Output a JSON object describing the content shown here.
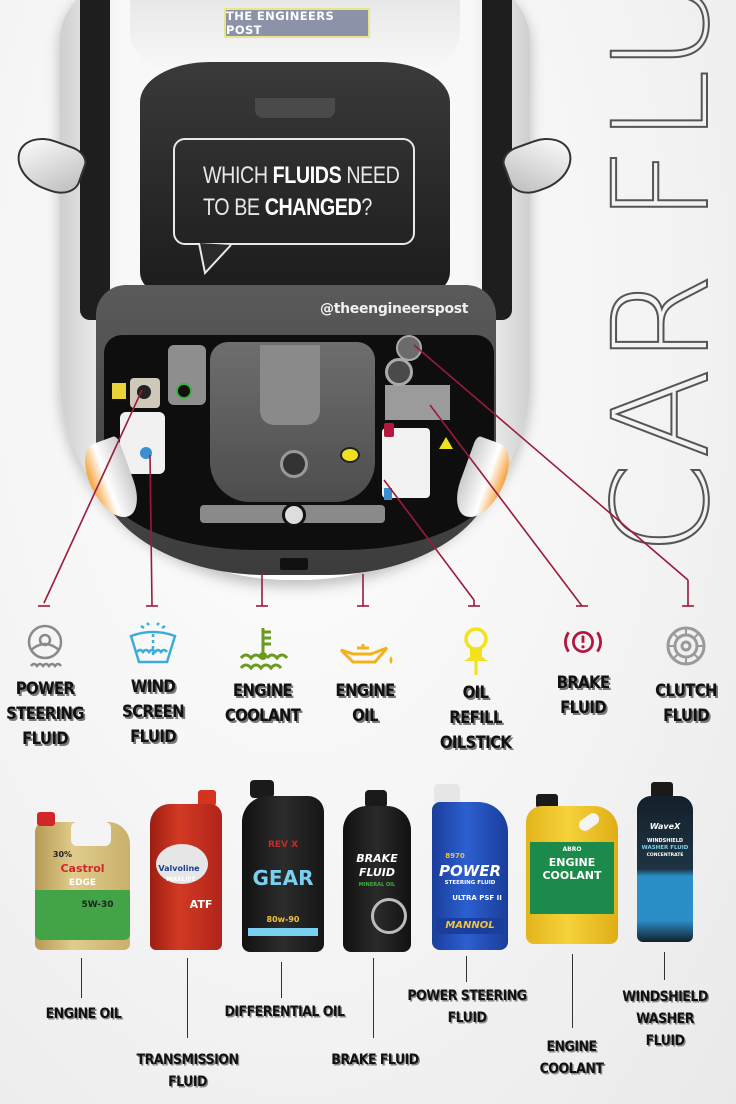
{
  "header": {
    "brand_badge": "THE ENGINEERS POST",
    "bubble_line1_light_a": "WHICH ",
    "bubble_line1_bold": "FLUIDS",
    "bubble_line1_light_b": " NEED",
    "bubble_line2_light": "TO BE ",
    "bubble_line2_bold": "CHANGED",
    "bubble_line2_end": "?",
    "handle": "@theengineerspost",
    "side_title": "CAR FLUIDS"
  },
  "colors": {
    "leader_line": "#9b1b3a",
    "power_steering_icon": "#8a8a8a",
    "wind_screen_icon": "#3aaed8",
    "engine_coolant_icon": "#6a9a1f",
    "engine_oil_icon": "#f2b21c",
    "oil_refill_icon": "#f3e21a",
    "brake_icon": "#b0193f",
    "clutch_icon": "#9a9a9a"
  },
  "fluids": [
    {
      "id": "power-steering",
      "label_lines": [
        "POWER",
        "STEERING",
        "FLUID"
      ],
      "icon": "steering-wheel-icon"
    },
    {
      "id": "wind-screen",
      "label_lines": [
        "WIND",
        "SCREEN",
        "FLUID"
      ],
      "icon": "windscreen-washer-icon"
    },
    {
      "id": "engine-coolant",
      "label_lines": [
        "ENGINE",
        "COOLANT"
      ],
      "icon": "coolant-temperature-icon"
    },
    {
      "id": "engine-oil",
      "label_lines": [
        "ENGINE",
        "OIL"
      ],
      "icon": "oil-can-icon"
    },
    {
      "id": "oil-refill",
      "label_lines": [
        "OIL",
        "REFILL",
        "OILSTICK"
      ],
      "icon": "dipstick-icon"
    },
    {
      "id": "brake",
      "label_lines": [
        "BRAKE",
        "FLUID"
      ],
      "icon": "brake-warning-icon"
    },
    {
      "id": "clutch",
      "label_lines": [
        "CLUTCH",
        "FLUID"
      ],
      "icon": "clutch-disc-icon"
    }
  ],
  "products": [
    {
      "label_lines": [
        "ENGINE OIL"
      ],
      "bottle": {
        "brand": "Castrol",
        "line": "EDGE",
        "grade": "5W-30",
        "badge": "30%"
      }
    },
    {
      "label_lines": [
        "TRANSMISSION",
        "FLUID"
      ],
      "bottle": {
        "brand": "Valvoline",
        "line": "MAXLIFE",
        "type": "ATF"
      }
    },
    {
      "label_lines": [
        "DIFFERENTIAL OIL"
      ],
      "bottle": {
        "brand": "REV X",
        "line": "GEAR",
        "grade": "80w-90"
      }
    },
    {
      "label_lines": [
        "BRAKE FLUID"
      ],
      "bottle": {
        "line1": "BRAKE",
        "line2": "FLUID",
        "sub": "MINERAL OIL"
      }
    },
    {
      "label_lines": [
        "POWER STEERING",
        "FLUID"
      ],
      "bottle": {
        "code": "8970",
        "line1": "POWER",
        "line2": "STEERING FLUID",
        "sub": "ULTRA PSF II",
        "brand": "MANNOL"
      }
    },
    {
      "label_lines": [
        "ENGINE",
        "COOLANT"
      ],
      "bottle": {
        "brand": "ABRO",
        "line1": "ENGINE",
        "line2": "COOLANT"
      }
    },
    {
      "label_lines": [
        "WINDSHIELD",
        "WASHER",
        "FLUID"
      ],
      "bottle": {
        "brand": "WaveX",
        "line1": "WINDSHIELD",
        "line2": "WASHER FLUID",
        "line3": "CONCENTRATE"
      }
    }
  ]
}
